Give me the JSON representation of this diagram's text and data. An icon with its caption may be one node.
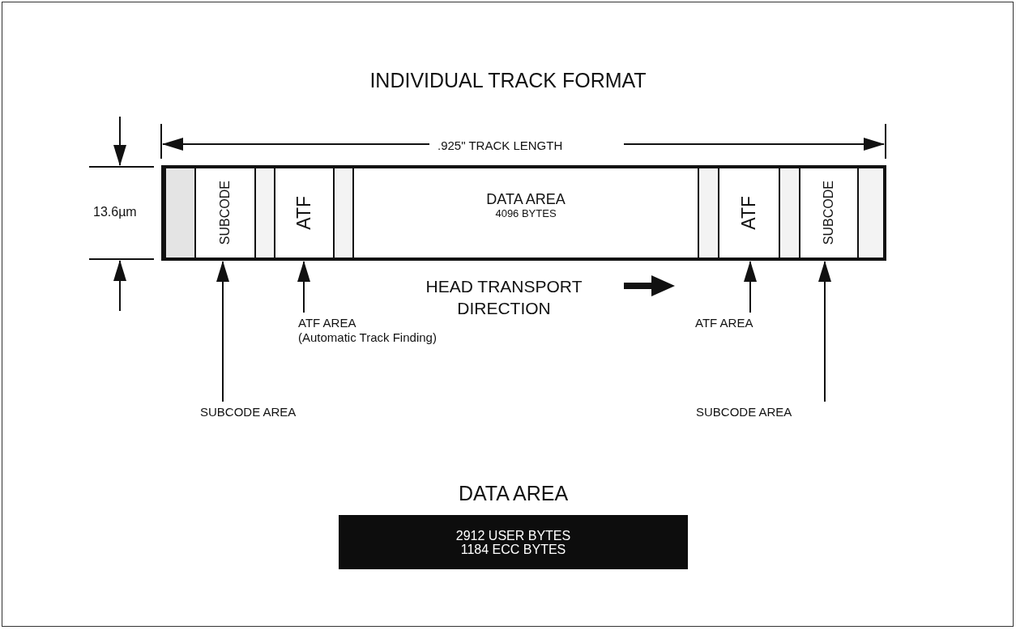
{
  "diagram": {
    "title": "INDIVIDUAL TRACK FORMAT",
    "nodes": [
      {
        "text": [],
        "shape": "bar"
      },
      {
        "text": [],
        "shape": "box",
        "in": 0
      },
      {
        "text": [
          "SUBCODE"
        ],
        "in": 0
      },
      {
        "text": [],
        "shape": "box",
        "in": 0
      },
      {
        "text": [
          "ATF"
        ],
        "in": 0
      },
      {
        "text": [],
        "shape": "box",
        "in": 0
      },
      {
        "text": [
          "DATA AREA",
          "4096 BYTES"
        ],
        "in": 0
      },
      {
        "text": [],
        "shape": "box",
        "in": 0
      },
      {
        "text": [
          "ATF"
        ],
        "in": 0
      },
      {
        "text": [],
        "shape": "box",
        "in": 0
      },
      {
        "text": [
          "SUBCODE"
        ],
        "in": 0
      },
      {
        "text": [],
        "shape": "box",
        "in": 0
      },
      {
        "text": [
          "ATF AREA",
          "(Automatic Track Finding)"
        ]
      },
      {
        "text": [
          "ATF AREA"
        ]
      },
      {
        "text": [
          "SUBCODE AREA"
        ]
      },
      {
        "text": [
          "SUBCODE AREA"
        ]
      },
      {
        "text": [
          "DATA AREA",
          "2912 USER BYTES",
          "1184 ECC BYTES"
        ]
      }
    ],
    "edges": [
      {
        "from": 14,
        "to": 2,
        "arrow": "to"
      },
      {
        "from": 12,
        "to": 4,
        "arrow": "to"
      },
      {
        "from": 13,
        "to": 8,
        "arrow": "to"
      },
      {
        "from": 15,
        "to": 10,
        "arrow": "to"
      }
    ],
    "labels": [
      ".925\" TRACK LENGTH",
      "13.6µm",
      "HEAD TRANSPORT DIRECTION"
    ]
  }
}
